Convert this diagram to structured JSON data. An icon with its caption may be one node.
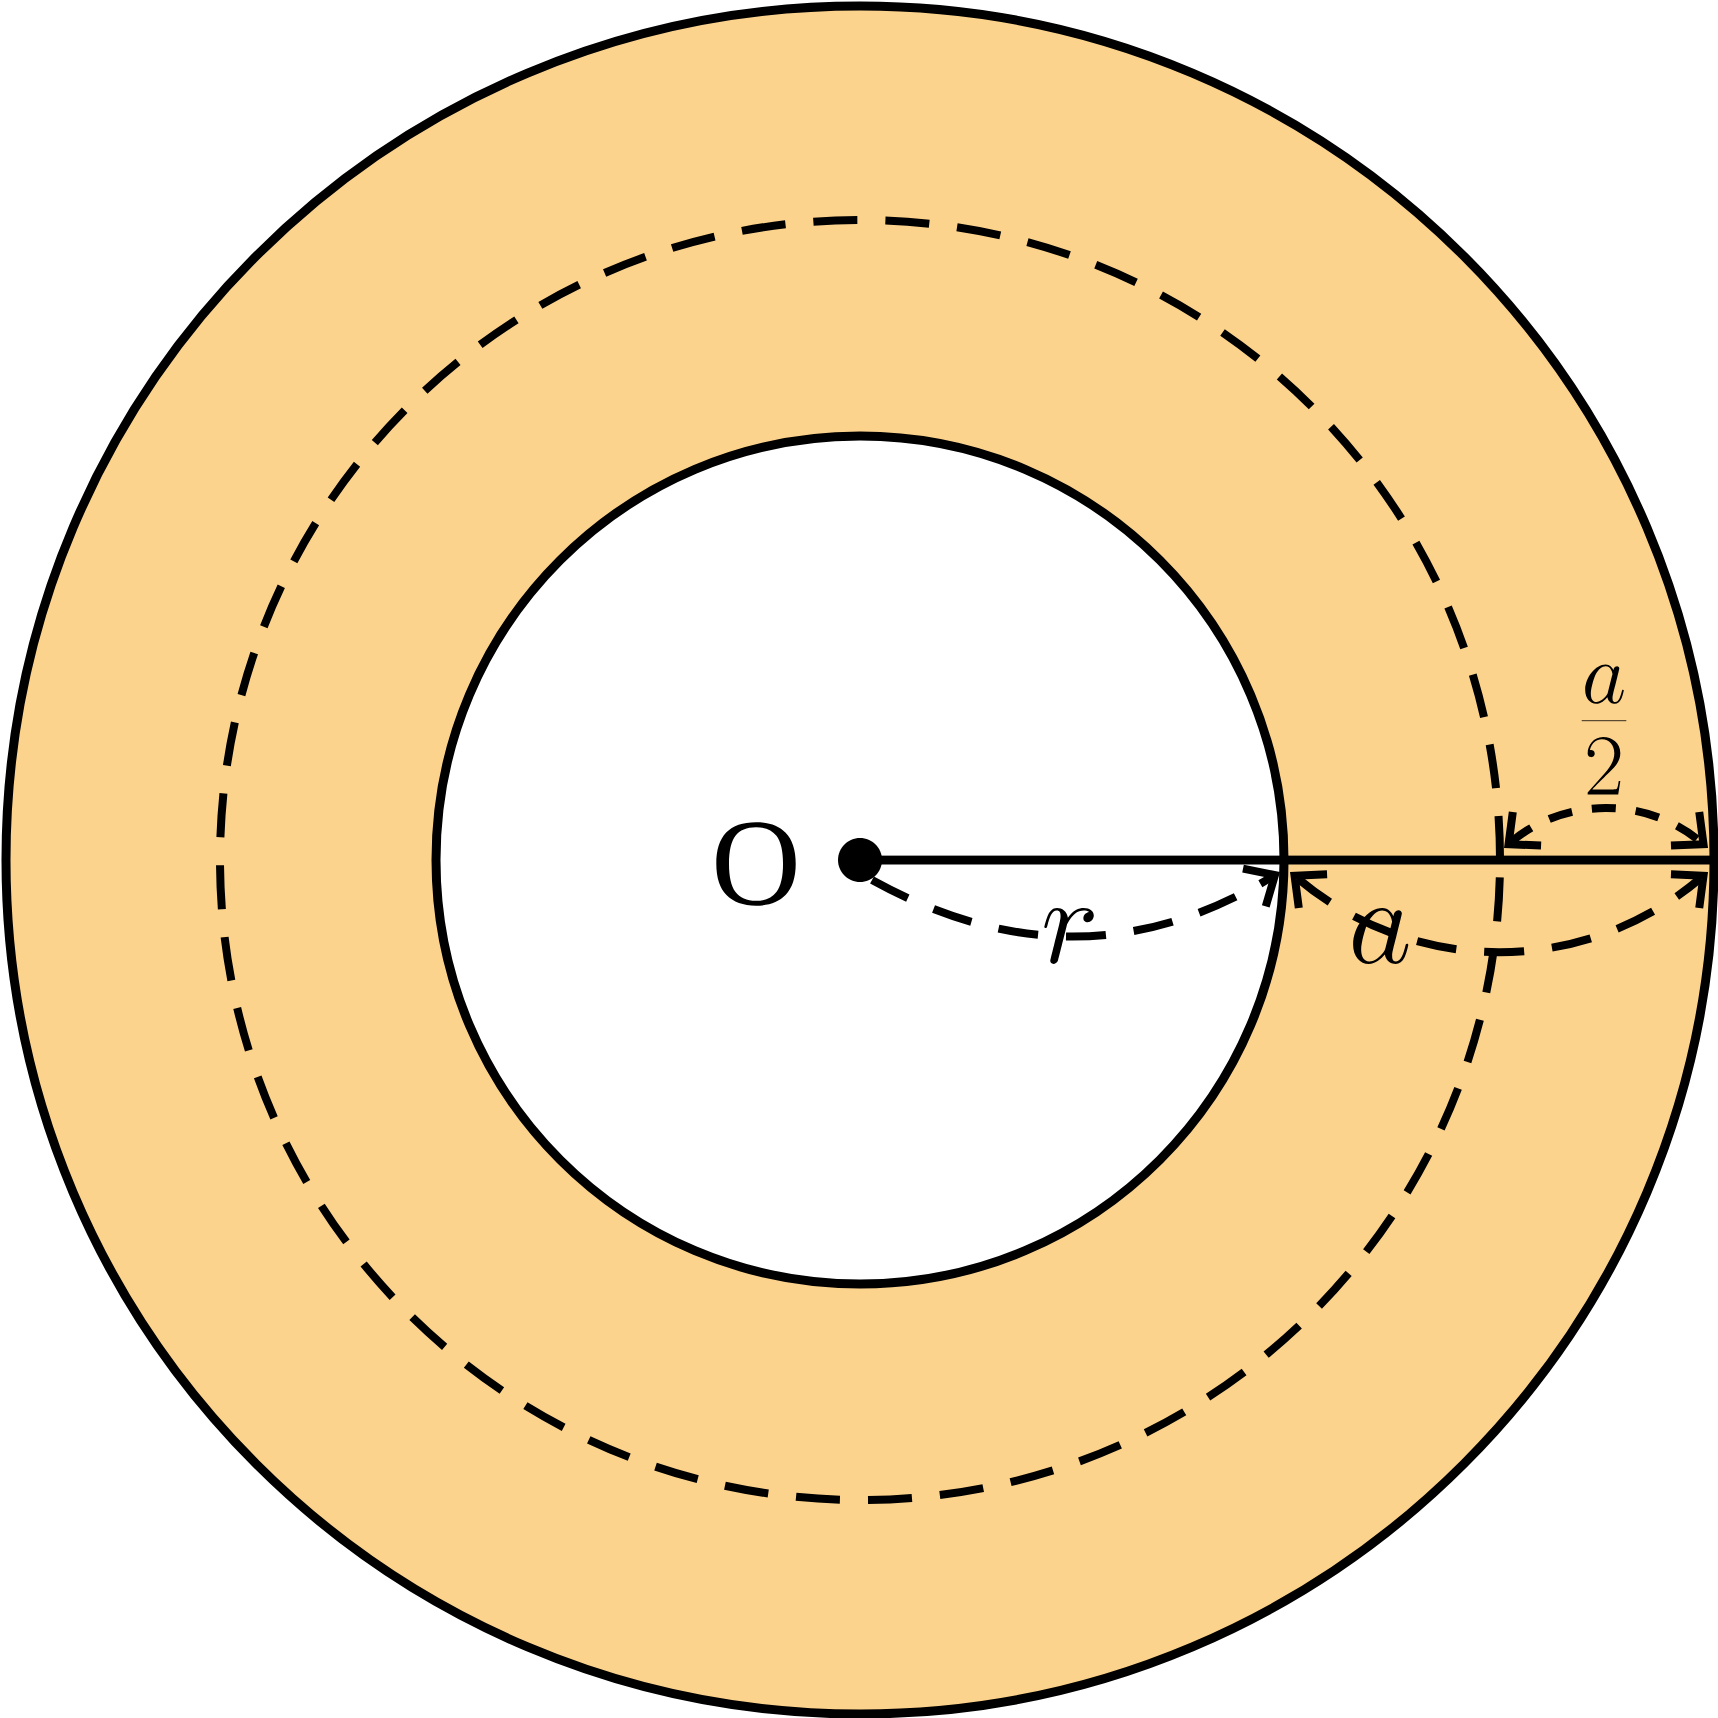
{
  "diagram": {
    "labels": [
      "O",
      "r",
      "a",
      "\\frac{a}{2}"
    ]
  }
}
